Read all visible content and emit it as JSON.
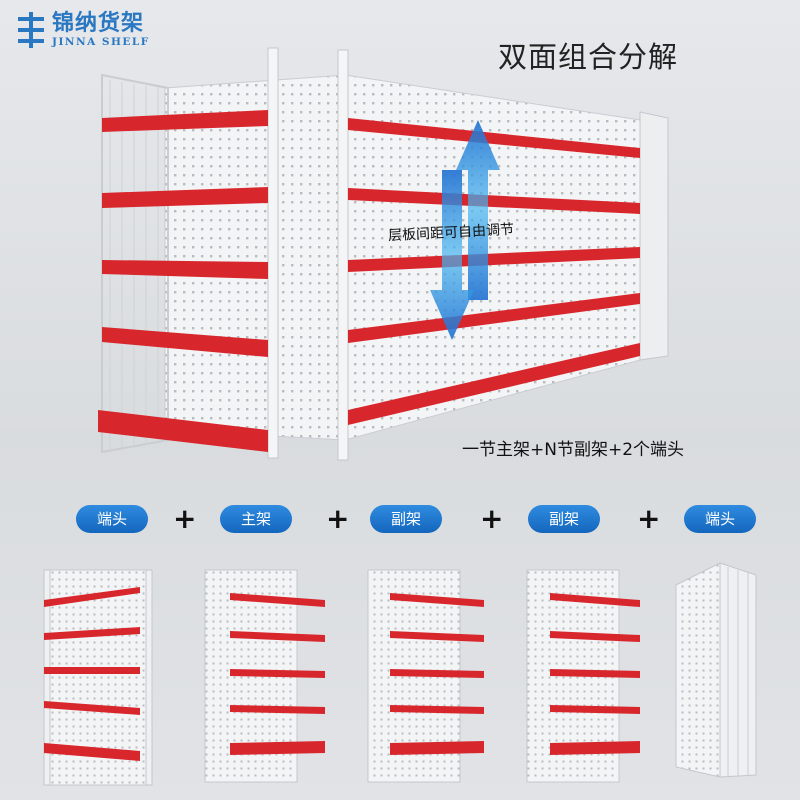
{
  "brand": {
    "name_cn": "锦纳货架",
    "name_en": "JINNA SHELF",
    "logo_icon": "shelf-logo-icon",
    "color": "#2b78c2"
  },
  "headline": "双面组合分解",
  "hero": {
    "annotation": "层板间距可自由调节",
    "caption": "一节主架+N节副架+2个端头"
  },
  "components": [
    {
      "label": "端头"
    },
    {
      "label": "主架"
    },
    {
      "label": "副架"
    },
    {
      "label": "副架"
    },
    {
      "label": "端头"
    }
  ],
  "plus_sign": "+",
  "colors": {
    "accent_red": "#d8272c",
    "pill_blue": "#1c74cc",
    "shelf_white": "#f4f5f6"
  }
}
